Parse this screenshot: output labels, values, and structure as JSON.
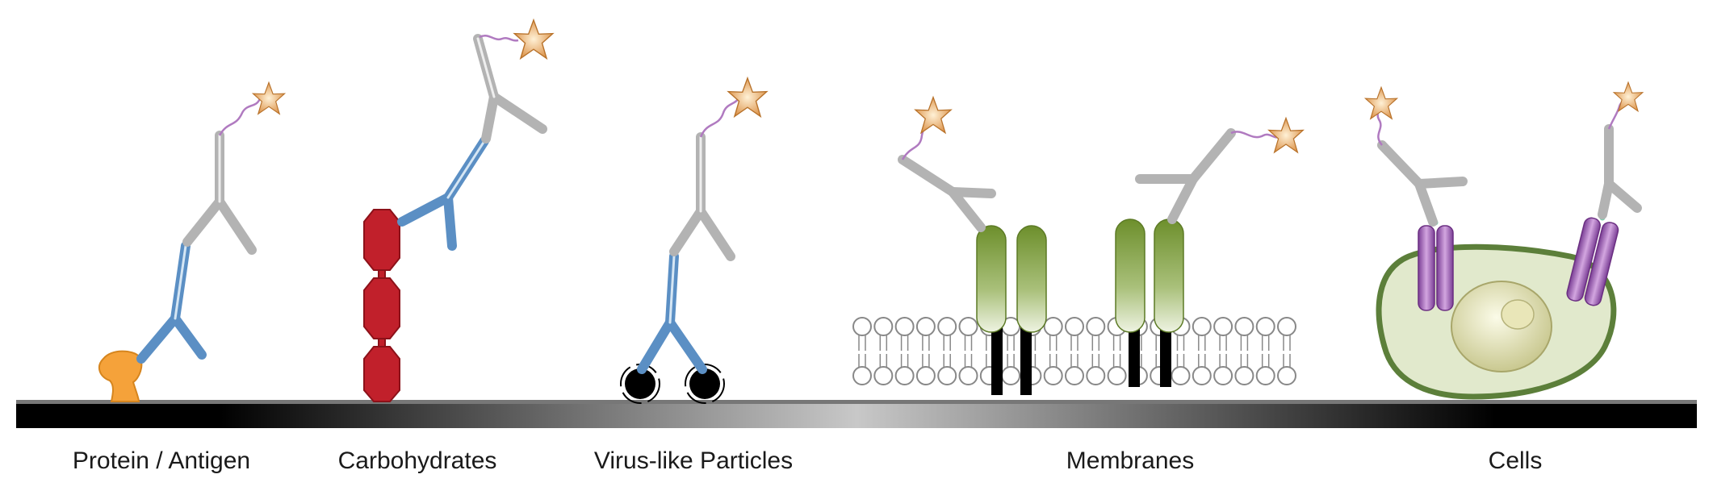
{
  "labels": {
    "protein": "Protein / Antigen",
    "carbohydrates": "Carbohydrates",
    "vlp": "Virus-like Particles",
    "membranes": "Membranes",
    "cells": "Cells"
  },
  "colors": {
    "ab_gray": "#bdbdbd",
    "ab_blue": "#5b8fc4",
    "star": "#e3a15c",
    "linker": "#b07ac0",
    "antigen": "#f5a23a",
    "carb": "#c1202b",
    "receptor": "#7a9a3c",
    "cell_membrane": "#5c7f3a",
    "cell_fill": "#dfe8c8",
    "cell_receptor": "#9150a8"
  }
}
